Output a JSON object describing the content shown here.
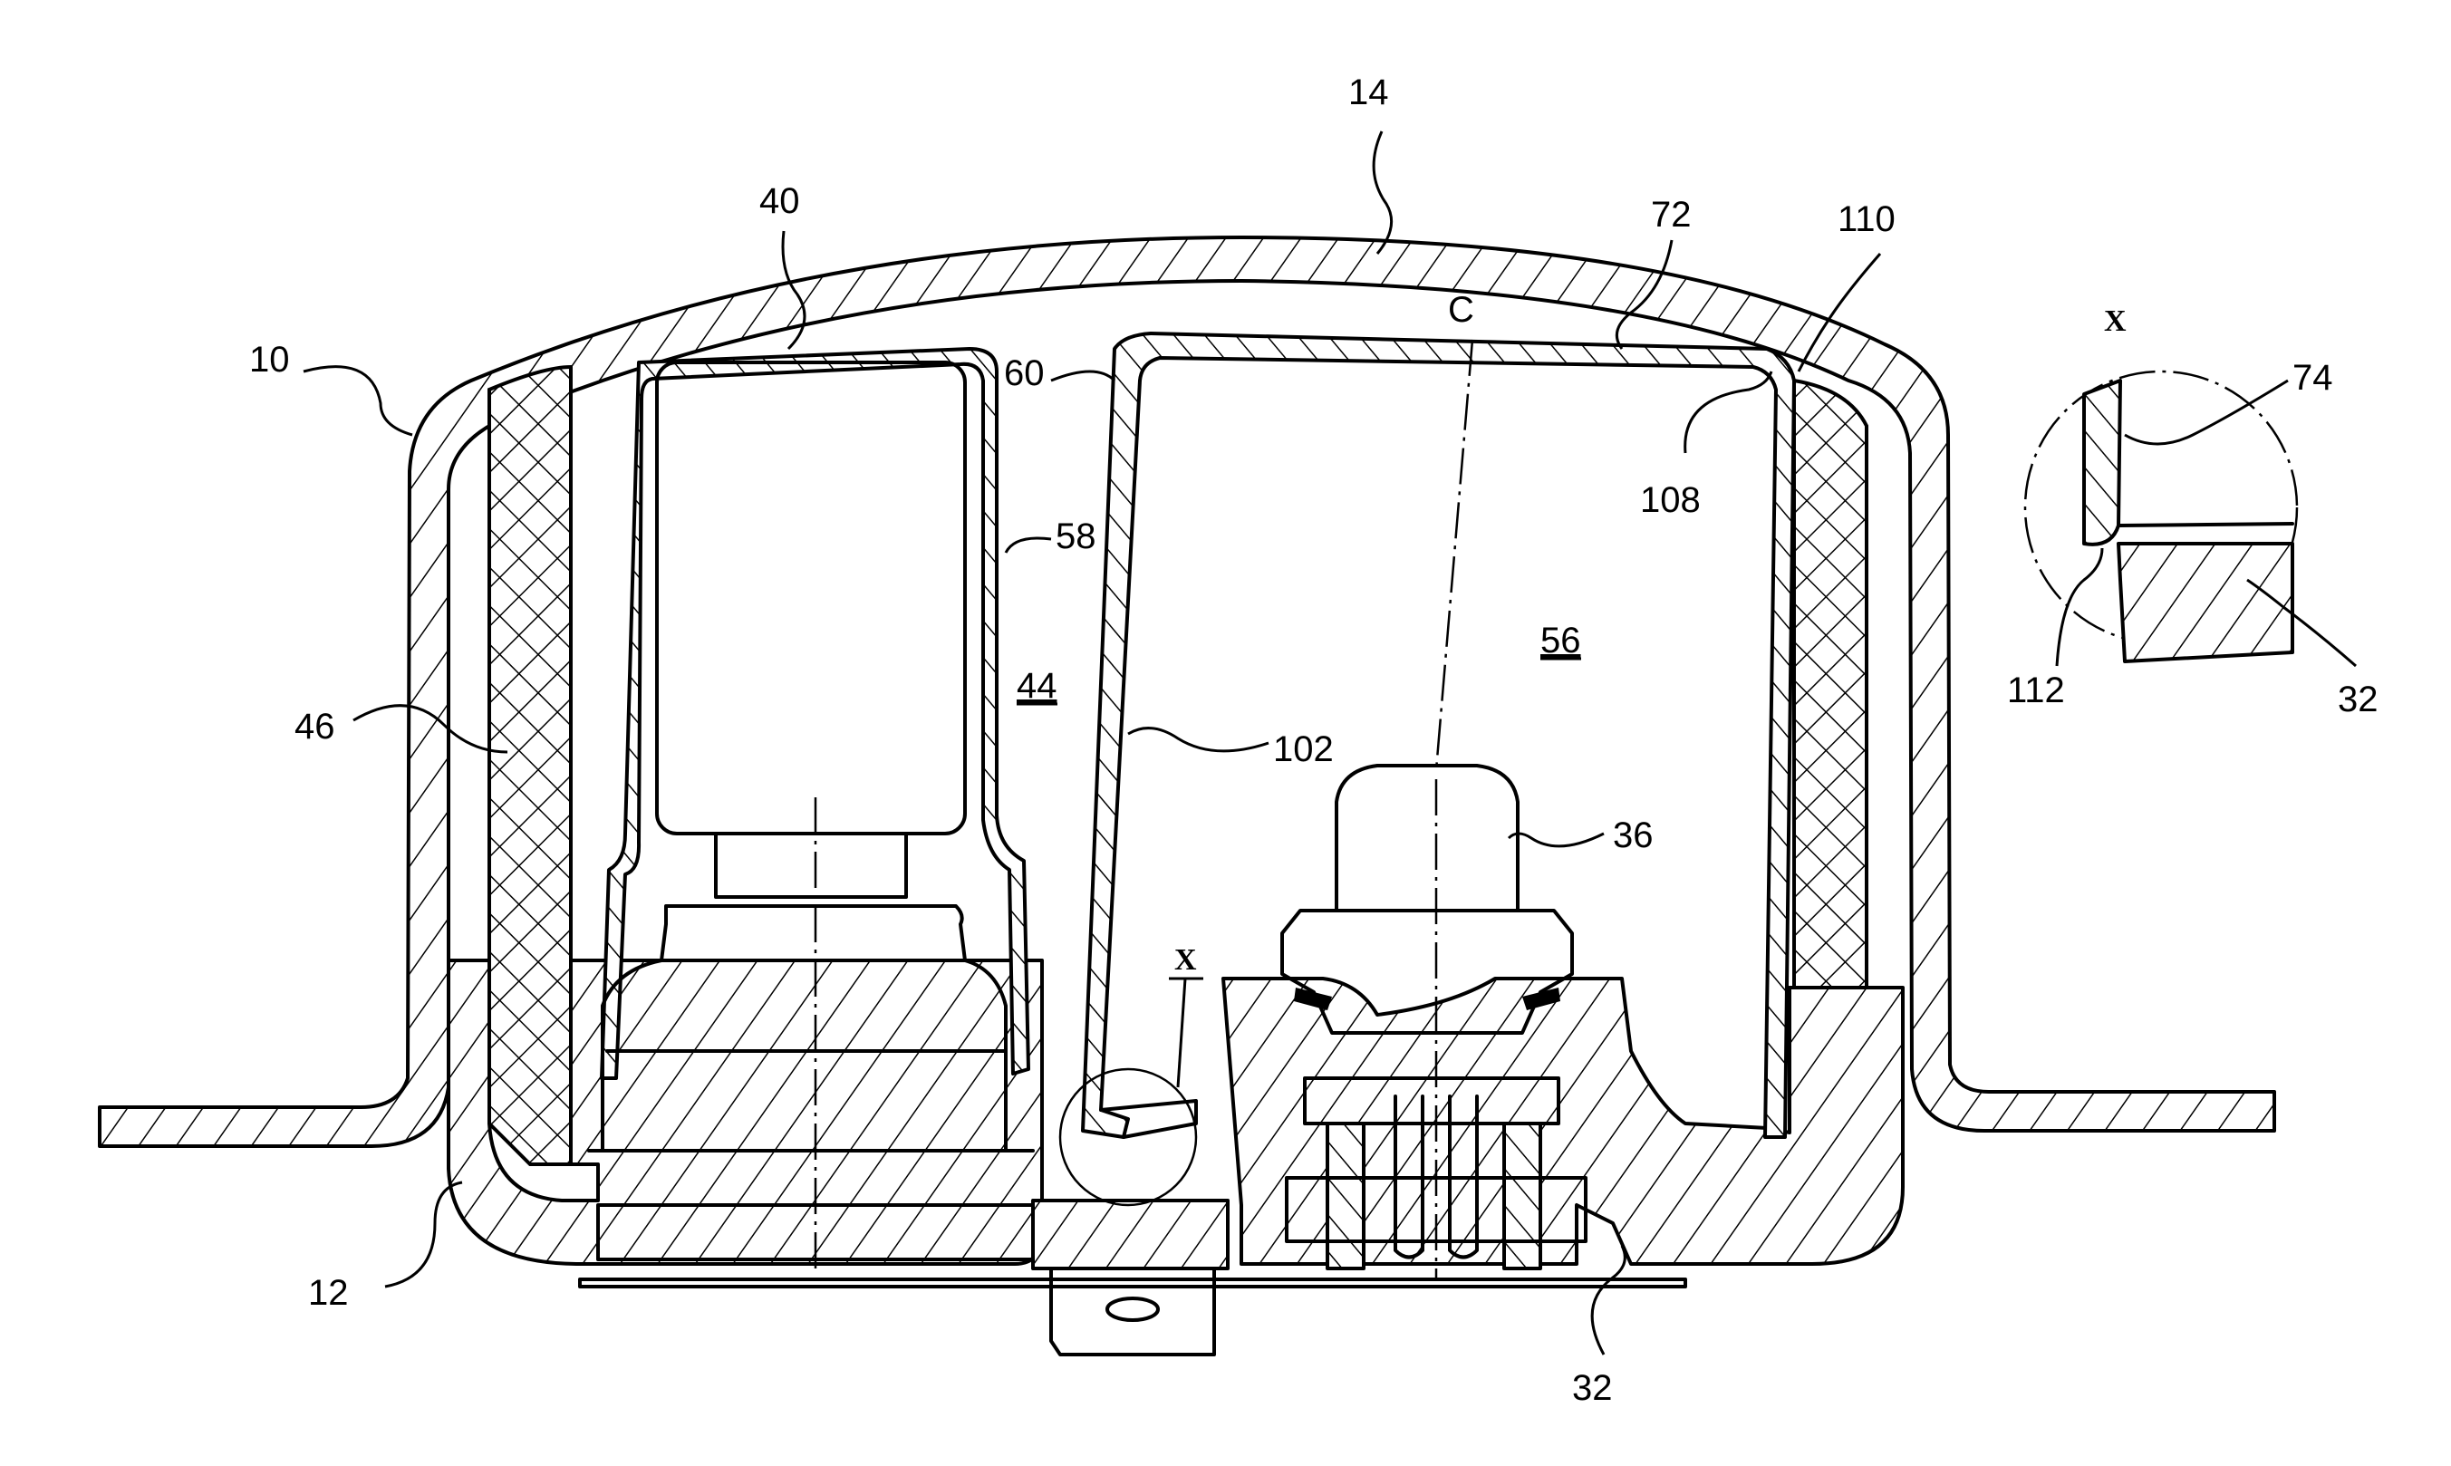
{
  "labels": {
    "l14": "14",
    "l40": "40",
    "l72": "72",
    "l110": "110",
    "lC": "C",
    "l10": "10",
    "l60": "60",
    "l108": "108",
    "l58": "58",
    "l56": "56",
    "l44": "44",
    "l46": "46",
    "l102": "102",
    "l36": "36",
    "lX": "X",
    "l12": "12",
    "l32": "32",
    "dX": "X",
    "l74": "74",
    "l112": "112",
    "d32": "32"
  }
}
